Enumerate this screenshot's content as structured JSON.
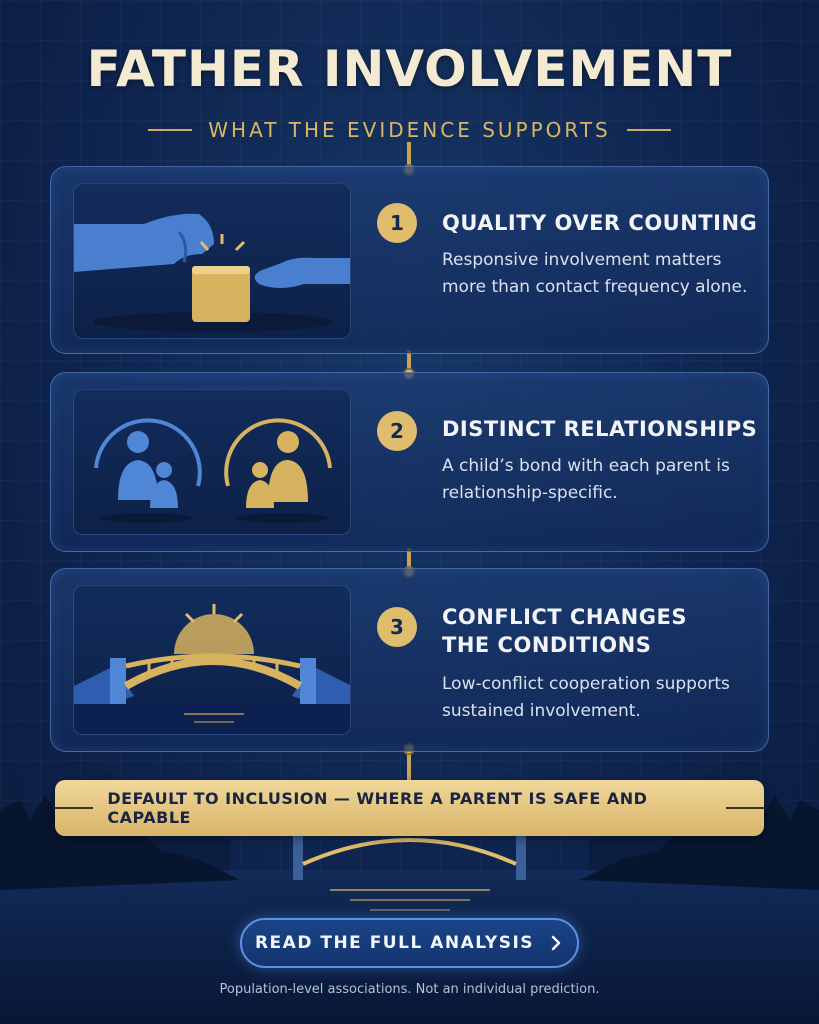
{
  "header": {
    "title": "FATHER INVOLVEMENT",
    "subtitle": "WHAT THE EVIDENCE SUPPORTS"
  },
  "cards": [
    {
      "number": "1",
      "title": "QUALITY OVER COUNTING",
      "description": "Responsive involvement matters more than contact frequency alone.",
      "icon": "hands-passing-block-icon"
    },
    {
      "number": "2",
      "title": "DISTINCT RELATIONSHIPS",
      "description": "A child’s bond with each parent is relationship-specific.",
      "icon": "parent-child-pair-icon"
    },
    {
      "number": "3",
      "title_line1": "CONFLICT CHANGES",
      "title_line2": "THE CONDITIONS",
      "description": "Low-conflict cooperation supports sustained involvement.",
      "icon": "bridge-sunrise-icon"
    }
  ],
  "banner": {
    "text": "DEFAULT TO INCLUSION — WHERE A PARENT IS SAFE AND CAPABLE"
  },
  "cta": {
    "label": "READ THE FULL ANALYSIS",
    "icon": "chevron-right-icon"
  },
  "footnote": "Population-level associations. Not an individual prediction.",
  "colors": {
    "background": "#0f2550",
    "gold": "#e0bd6c",
    "card_border": "#6e96dc",
    "title": "#f4ead2",
    "accent_blue": "#4f86d6"
  }
}
